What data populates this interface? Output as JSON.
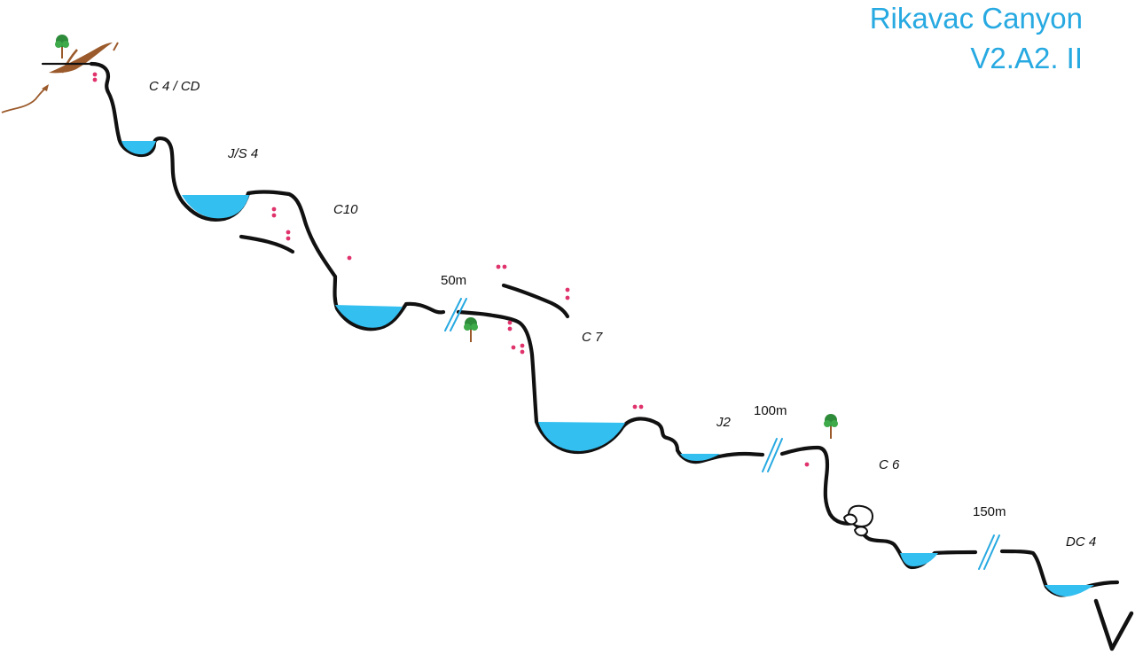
{
  "title": {
    "name": "Rikavac Canyon",
    "grade": "V2.A2. II"
  },
  "obstacles": [
    {
      "id": "c4-cd",
      "label": "C 4 / CD"
    },
    {
      "id": "js4",
      "label": "J/S 4"
    },
    {
      "id": "c10",
      "label": "C10"
    },
    {
      "id": "c7",
      "label": "C 7"
    },
    {
      "id": "j2",
      "label": "J2"
    },
    {
      "id": "c6",
      "label": "C 6"
    },
    {
      "id": "dc4",
      "label": "DC 4"
    }
  ],
  "distances": [
    {
      "id": "d50",
      "label": "50m"
    },
    {
      "id": "d100",
      "label": "100m"
    },
    {
      "id": "d150",
      "label": "150m"
    }
  ],
  "colors": {
    "water": "#33bff0",
    "anchor": "#e0336c",
    "title": "#27a9e1",
    "rock": "#111111",
    "tree_foliage": "#2e8b3a",
    "approach_path": "#9b5a2b"
  }
}
